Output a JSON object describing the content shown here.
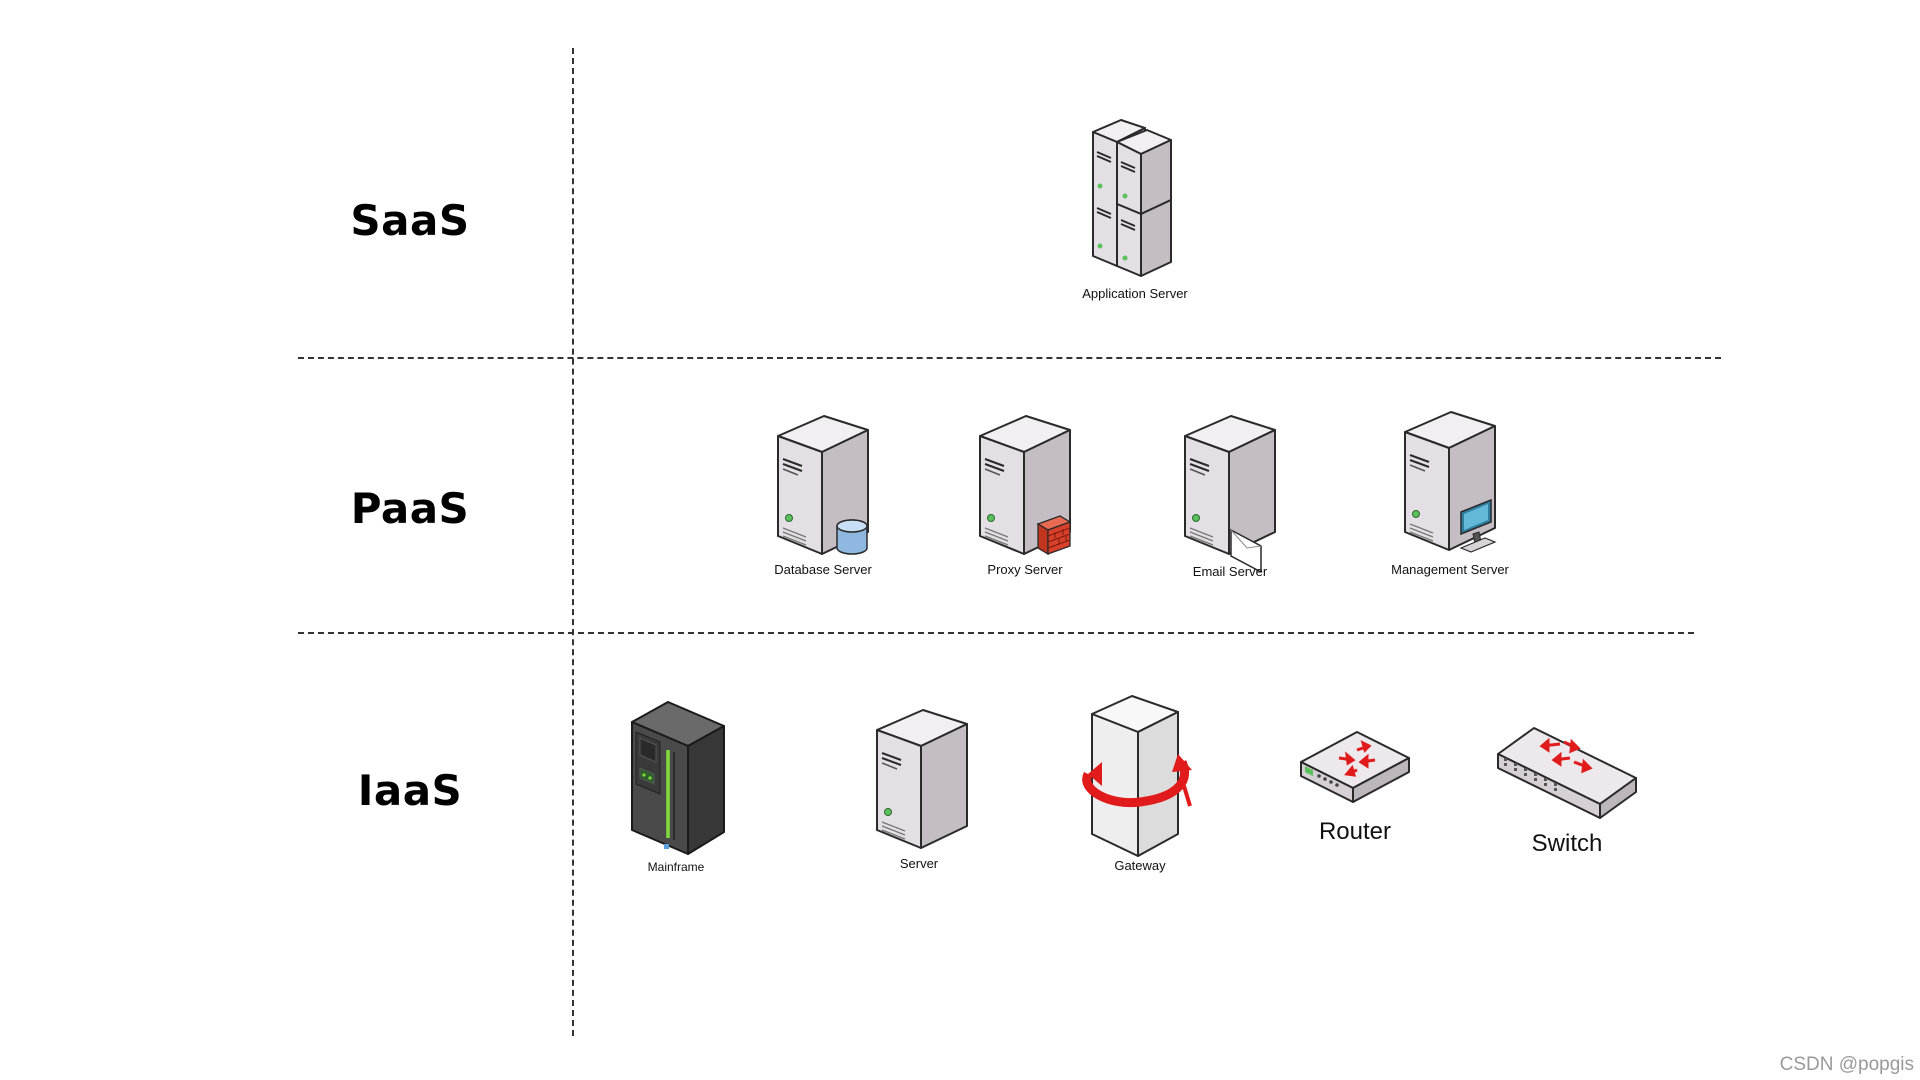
{
  "tiers": {
    "saas": "SaaS",
    "paas": "PaaS",
    "iaas": "IaaS"
  },
  "saas_nodes": {
    "application_server": "Application Server"
  },
  "paas_nodes": {
    "database_server": "Database Server",
    "proxy_server": "Proxy Server",
    "email_server": "Email Server",
    "management_server": "Management Server"
  },
  "iaas_nodes": {
    "mainframe": "Mainframe",
    "server": "Server",
    "gateway": "Gateway",
    "router": "Router",
    "switch": "Switch"
  },
  "watermark": "CSDN @popgis",
  "icons": {
    "server": "server-icon",
    "application_server": "server-cluster-icon",
    "database": "database-cylinder-icon",
    "firewall": "firewall-brick-icon",
    "email": "envelope-icon",
    "monitor": "monitor-icon",
    "mainframe": "mainframe-icon",
    "gateway": "gateway-icon",
    "router": "router-icon",
    "switch": "switch-icon"
  },
  "colors": {
    "server_front": "#e4dfe4",
    "server_side": "#c4bec4",
    "server_top": "#f2eff2",
    "outline": "#2a2a2a",
    "led_green": "#5cc05c",
    "mainframe_dark": "#4a4a4a",
    "mainframe_stripe": "#7fdc3a",
    "arrow_red": "#e11b1b",
    "db_blue": "#8fb8e0",
    "firewall_red": "#d8402b",
    "watermark_gray": "#9a9a9a"
  }
}
